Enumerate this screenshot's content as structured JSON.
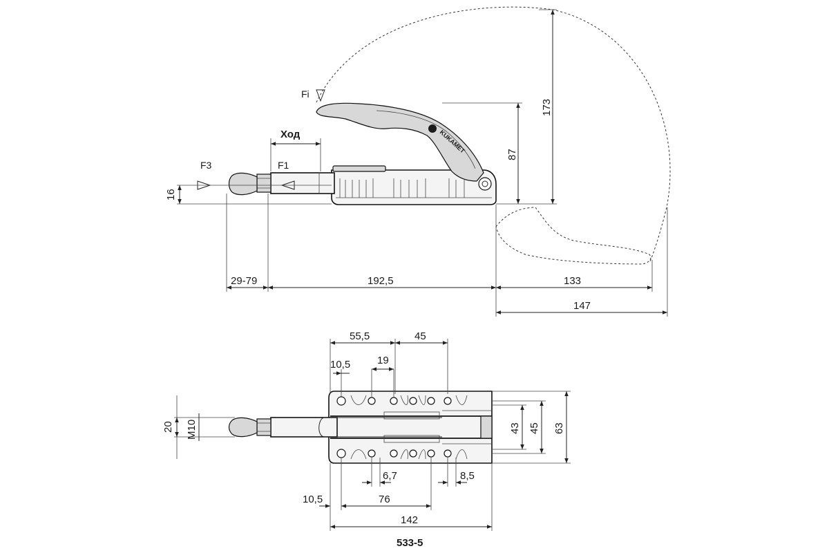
{
  "side_view": {
    "labels": {
      "stroke": "Ход",
      "f1": "F1",
      "f3": "F3",
      "fi": "Fi"
    },
    "dims": {
      "d16": "16",
      "d29_79": "29-79",
      "d192_5": "192,5",
      "d133": "133",
      "d147": "147",
      "d87": "87",
      "d173": "173"
    },
    "brand": "KUKAMET"
  },
  "top_view": {
    "dims": {
      "d55_5": "55,5",
      "d45_top": "45",
      "d10_5_top": "10,5",
      "d19": "19",
      "d20": "20",
      "m10": "M10",
      "d43": "43",
      "d45_right": "45",
      "d63": "63",
      "d6_7": "6,7",
      "d8_5": "8,5",
      "d10_5_bottom": "10,5",
      "d76": "76",
      "d142": "142"
    },
    "model": "533-5"
  }
}
